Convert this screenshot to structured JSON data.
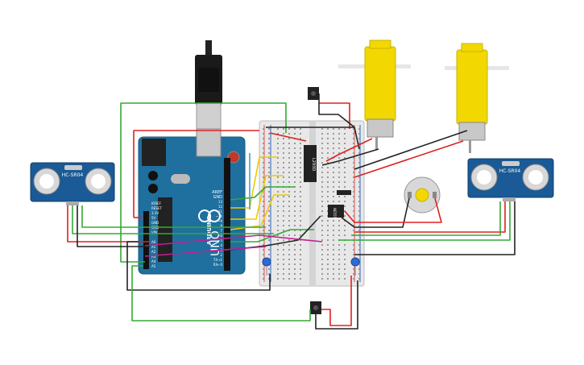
{
  "arduino": {
    "brand": "ARDUINO",
    "model": "UNO",
    "header_aref": "AREF",
    "header_gnd": "GND",
    "pins_digital": [
      "13",
      "12",
      "~11",
      "~10",
      "~9",
      "8",
      "7",
      "~6",
      "~5",
      "4",
      "~3",
      "2",
      "TX→1",
      "RX←0"
    ],
    "pins_power": [
      "IOREF",
      "RESET",
      "3.3V",
      "5V",
      "GND",
      "GND",
      "VIN"
    ],
    "pins_analog": [
      "A0",
      "A1",
      "A2",
      "A3",
      "A4",
      "A5"
    ]
  },
  "sensors": {
    "left": {
      "label": "HC-SR04"
    },
    "right": {
      "label": "HC-SR04"
    }
  },
  "chips": {
    "driver_ic": {
      "label": "L293D"
    },
    "small_ic": {
      "label": "NE555"
    }
  },
  "components": [
    "usb-cable",
    "gear-motor",
    "gear-motor",
    "dc-motor",
    "pushbutton",
    "pushbutton",
    "capacitor",
    "capacitor",
    "breadboard"
  ],
  "colors": {
    "board": "#1f6f9f",
    "sensor": "#1a5a96",
    "motor": "#f2d800",
    "wire_red": "#e02020",
    "wire_green": "#33aa33",
    "wire_black": "#222222",
    "wire_yellow": "#f0c800",
    "wire_magenta": "#c02090"
  }
}
